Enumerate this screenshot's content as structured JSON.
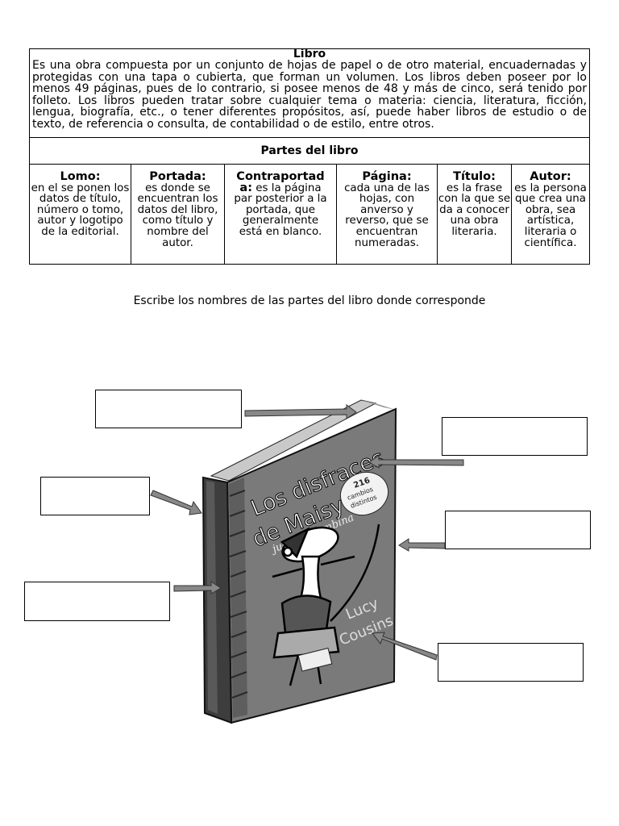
{
  "definition": {
    "title": "Libro",
    "text": "Es una obra compuesta por un conjunto de hojas de papel o de otro material, encuadernadas y protegidas con una tapa o cubierta, que forman un volumen. Los libros deben poseer por lo menos 49 páginas, pues de lo contrario, si posee menos de 48 y más de cinco, será tenido por folleto. Los libros pueden tratar sobre cualquier tema o materia: ciencia, literatura, ficción, lengua, biografía, etc., o tener diferentes propósitos, así, puede haber libros de estudio o de texto, de referencia o consulta, de contabilidad o de estilo, entre otros."
  },
  "parts_title": "Partes del libro",
  "parts": [
    {
      "term": "Lomo:",
      "desc": "en el se ponen los datos de título, número o tomo, autor y logotipo de la editorial."
    },
    {
      "term": "Portada:",
      "desc": "es donde se encuentran los datos del libro, como título y nombre del autor."
    },
    {
      "term": "Contraportada:",
      "desc": "es la página par posterior a la portada, que generalmente está en blanco."
    },
    {
      "term": "Página:",
      "desc": "cada una de las hojas, con anverso y reverso, que se encuentran numeradas."
    },
    {
      "term": "Título:",
      "desc": "es la frase con la que se da a conocer una obra literaria."
    },
    {
      "term": "Autor:",
      "desc": "es la persona que crea una obra, sea artística, literaria o científica."
    }
  ],
  "instruction": "Escribe los nombres de las partes del libro donde corresponde",
  "book": {
    "title_line1": "Los disfraces",
    "title_line2": "de Maisy",
    "subtitle": "juega y combina",
    "badge_number": "216",
    "badge_line1": "cambios",
    "badge_line2": "distintos",
    "author_line1": "Lucy",
    "author_line2": "Cousins"
  },
  "answer_boxes": [
    "",
    "",
    "",
    "",
    "",
    ""
  ]
}
